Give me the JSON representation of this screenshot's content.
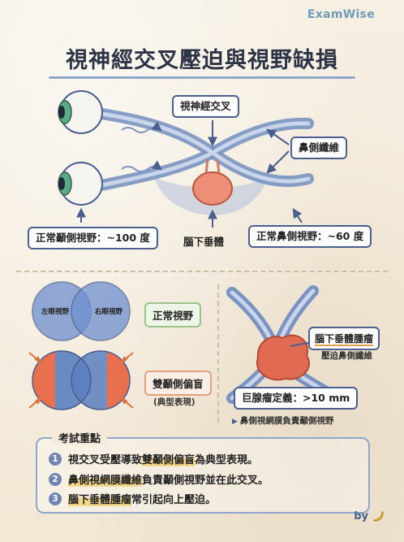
{
  "brand": "ExamWise",
  "title": "視神經交叉壓迫與視野缺損",
  "top_diagram": {
    "chiasm_label": "視神經交叉",
    "nasal_fiber_label": "鼻側纖維",
    "temporal_field_label": "正常顳側視野：~100 度",
    "pituitary_label": "腦下垂體",
    "nasal_field_label": "正常鼻側視野：~60 度"
  },
  "normal_field": {
    "left_eye": "左眼視野",
    "right_eye": "右眼視野",
    "tag": "正常視野"
  },
  "defect": {
    "tag": "雙顳側偏盲",
    "note": "(典型表現)"
  },
  "tumor": {
    "label": "腦下垂體腫瘤",
    "sub_label": "壓迫鼻側纖維",
    "macro_def": "巨腺瘤定義：>10 mm",
    "footnote": "鼻側視網膜負責顳側視野"
  },
  "exam": {
    "title": "考試重點",
    "items": [
      {
        "num": "1",
        "pre": "視交叉受壓導致",
        "hl": "雙顳側偏盲",
        "post": "為典型表現。"
      },
      {
        "num": "2",
        "pre": "",
        "hl": "鼻側視網膜纖維",
        "post": "負責顳側視野並在此交叉。"
      },
      {
        "num": "3",
        "pre": "",
        "hl": "腦下垂體腫瘤",
        "post": "常引起向上壓迫。"
      }
    ]
  },
  "footer": {
    "by": "by"
  },
  "colors": {
    "nerve_blue": "#5b78aa",
    "field_blue": "#5b7fbf",
    "defect_red": "#e8704f",
    "tumor_red": "#e06a52",
    "frame": "#8fa7c8"
  }
}
